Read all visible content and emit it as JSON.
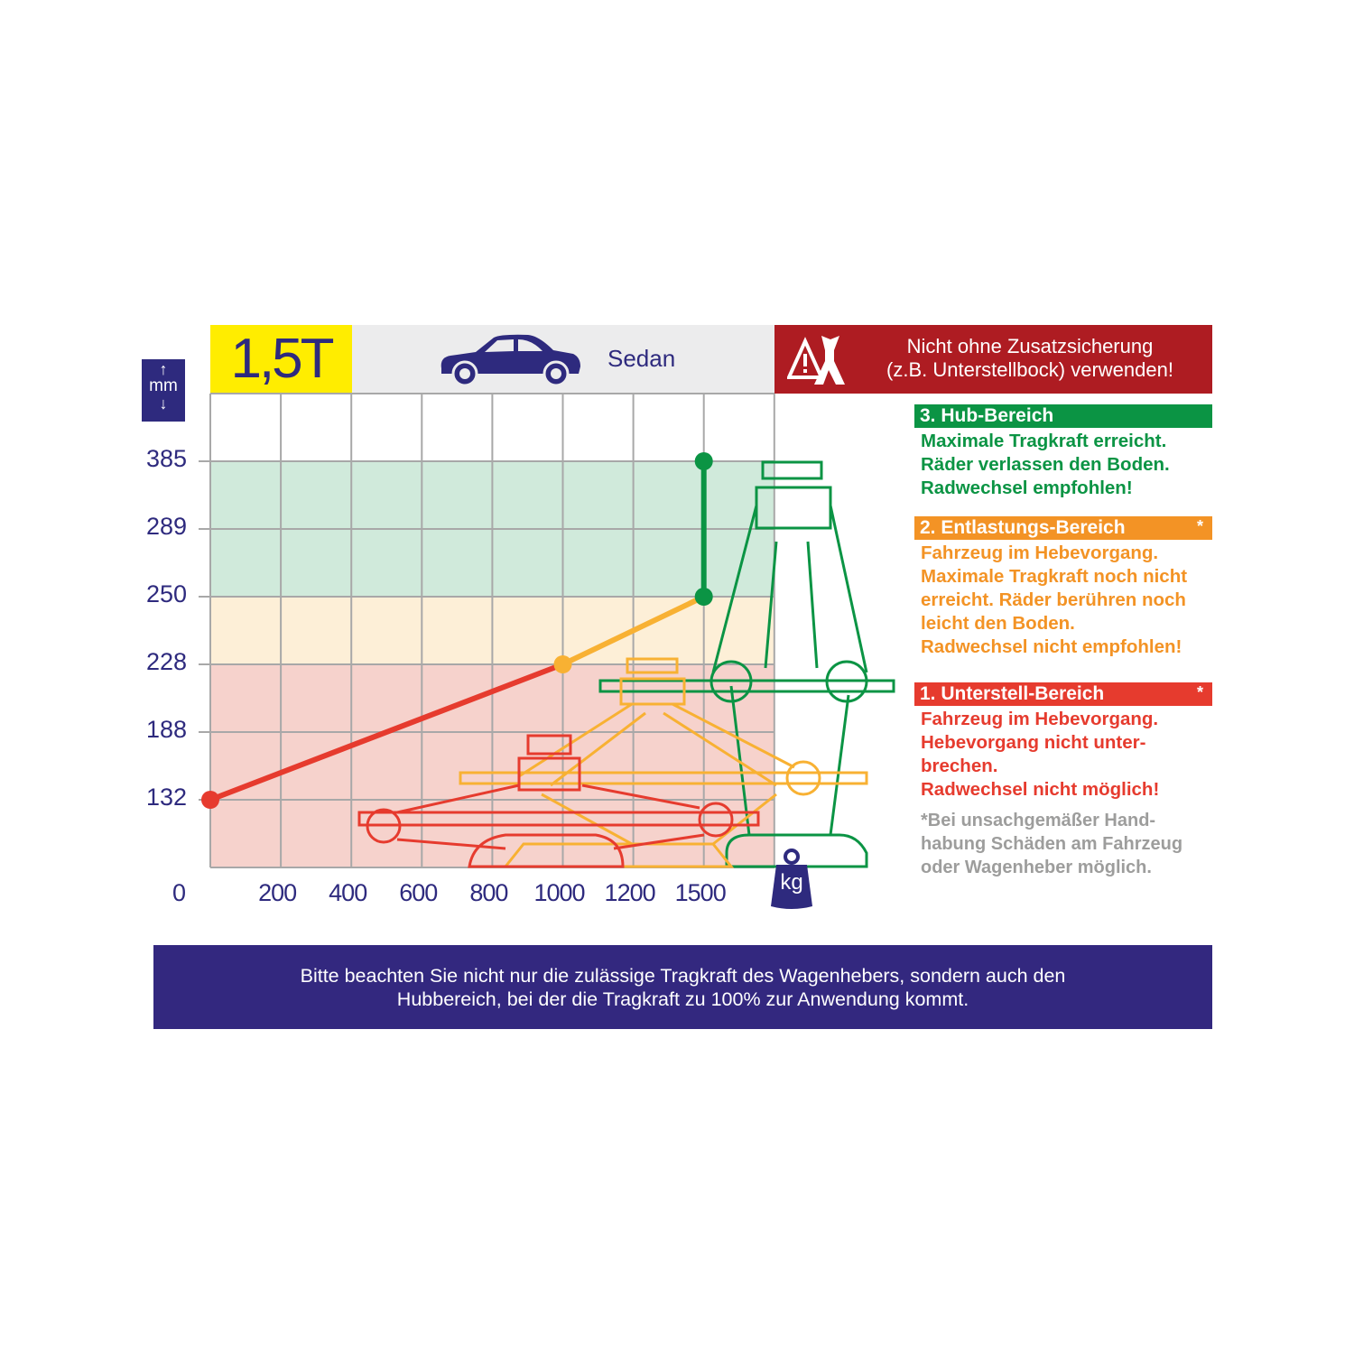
{
  "capacity_label": "1,5T",
  "vehicle": {
    "icon": "car-icon",
    "label": "Sedan"
  },
  "warning": {
    "icon": "warning-jack-stand-icon",
    "line1": "Nicht ohne Zusatzsicherung",
    "line2": "(z.B. Unterstellbock) verwenden!"
  },
  "axis_icons": {
    "y": "mm",
    "x": "kg"
  },
  "sections": [
    {
      "title": "3. Hub-Bereich",
      "star": "",
      "color": "#0b9444",
      "lines": [
        "Maximale Tragkraft erreicht.",
        "Räder verlassen den Boden.",
        "Radwechsel empfohlen!"
      ]
    },
    {
      "title": "2. Entlastungs-Bereich",
      "star": "*",
      "color": "#f39325",
      "lines": [
        "Fahrzeug im Hebevorgang.",
        "Maximale Tragkraft noch nicht",
        "erreicht. Räder berühren noch",
        "leicht den Boden.",
        "Radwechsel  nicht empfohlen!"
      ]
    },
    {
      "title": "1. Unterstell-Bereich",
      "star": "*",
      "color": "#e63b2e",
      "lines": [
        "Fahrzeug im Hebevorgang.",
        "Hebevorgang nicht unter-",
        "brechen.",
        "Radwechsel nicht möglich!"
      ]
    }
  ],
  "footnote": [
    "*Bei unsachgemäßer Hand-",
    "habung Schäden am Fahrzeug",
    "oder Wagenheber möglich."
  ],
  "banner": {
    "line1": "Bitte beachten Sie nicht nur die zulässige Tragkraft des Wagenhebers, sondern auch den",
    "line2": "Hubbereich, bei der die Tragkraft zu 100% zur Anwendung kommt."
  },
  "chart_data": {
    "type": "line",
    "xlabel": "kg",
    "ylabel": "mm",
    "x_ticks": [
      "0",
      "200",
      "400",
      "600",
      "800",
      "1000",
      "1200",
      "1500"
    ],
    "y_ticks": [
      "0",
      "132",
      "188",
      "228",
      "250",
      "289",
      "385"
    ],
    "bands": [
      {
        "name": "Unterstell-Bereich",
        "from": 0,
        "to": 228,
        "color": "#f6d2cc"
      },
      {
        "name": "Entlastungs-Bereich",
        "from": 228,
        "to": 250,
        "color": "#fdefd7"
      },
      {
        "name": "Hub-Bereich",
        "from": 250,
        "to": 385,
        "color": "#d0eadb"
      }
    ],
    "segments": [
      {
        "from": [
          0,
          132
        ],
        "to": [
          1000,
          228
        ],
        "color": "#e63b2e"
      },
      {
        "from": [
          1000,
          228
        ],
        "to": [
          1500,
          250
        ],
        "color": "#f8b133"
      },
      {
        "from": [
          1500,
          250
        ],
        "to": [
          1500,
          385
        ],
        "color": "#0b9444"
      }
    ],
    "points": [
      {
        "x": 0,
        "y": 132,
        "color": "#e63b2e"
      },
      {
        "x": 1000,
        "y": 228,
        "color": "#f8b133"
      },
      {
        "x": 1500,
        "y": 250,
        "color": "#0b9444"
      },
      {
        "x": 1500,
        "y": 385,
        "color": "#0b9444"
      }
    ],
    "grid": true
  }
}
